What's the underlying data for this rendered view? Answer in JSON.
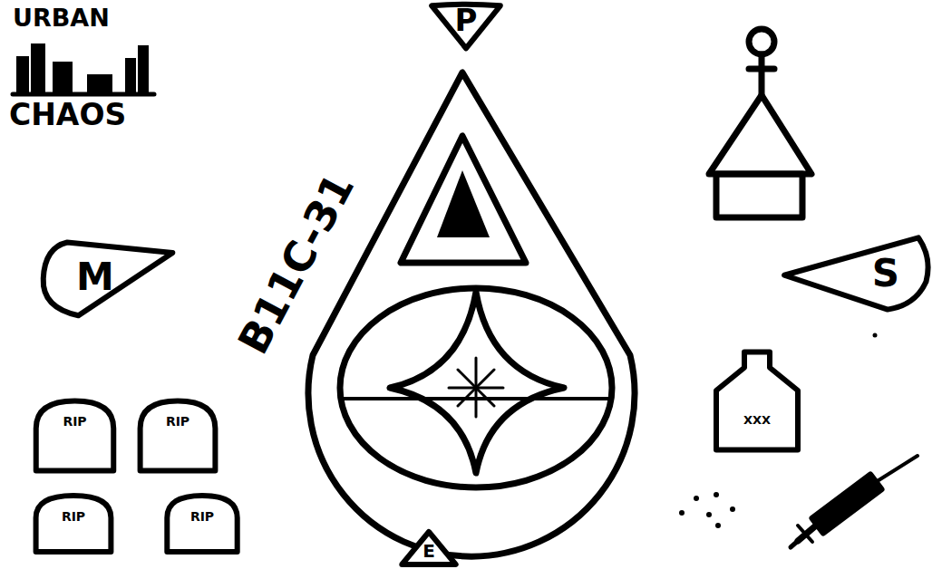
{
  "diagram": {
    "nodes": [
      {
        "text": [
          "P"
        ]
      },
      {
        "text": [
          "M"
        ]
      },
      {
        "text": [
          "S"
        ]
      },
      {
        "text": [
          "RIP"
        ]
      },
      {
        "text": [
          "RIP"
        ]
      },
      {
        "text": [
          "RIP"
        ]
      },
      {
        "text": [
          "RIP"
        ]
      },
      {
        "text": [
          "XXX"
        ]
      },
      {
        "text": [
          "E"
        ]
      }
    ],
    "labels": [
      "URBAN",
      "CHAOS",
      "B11C-31"
    ]
  }
}
